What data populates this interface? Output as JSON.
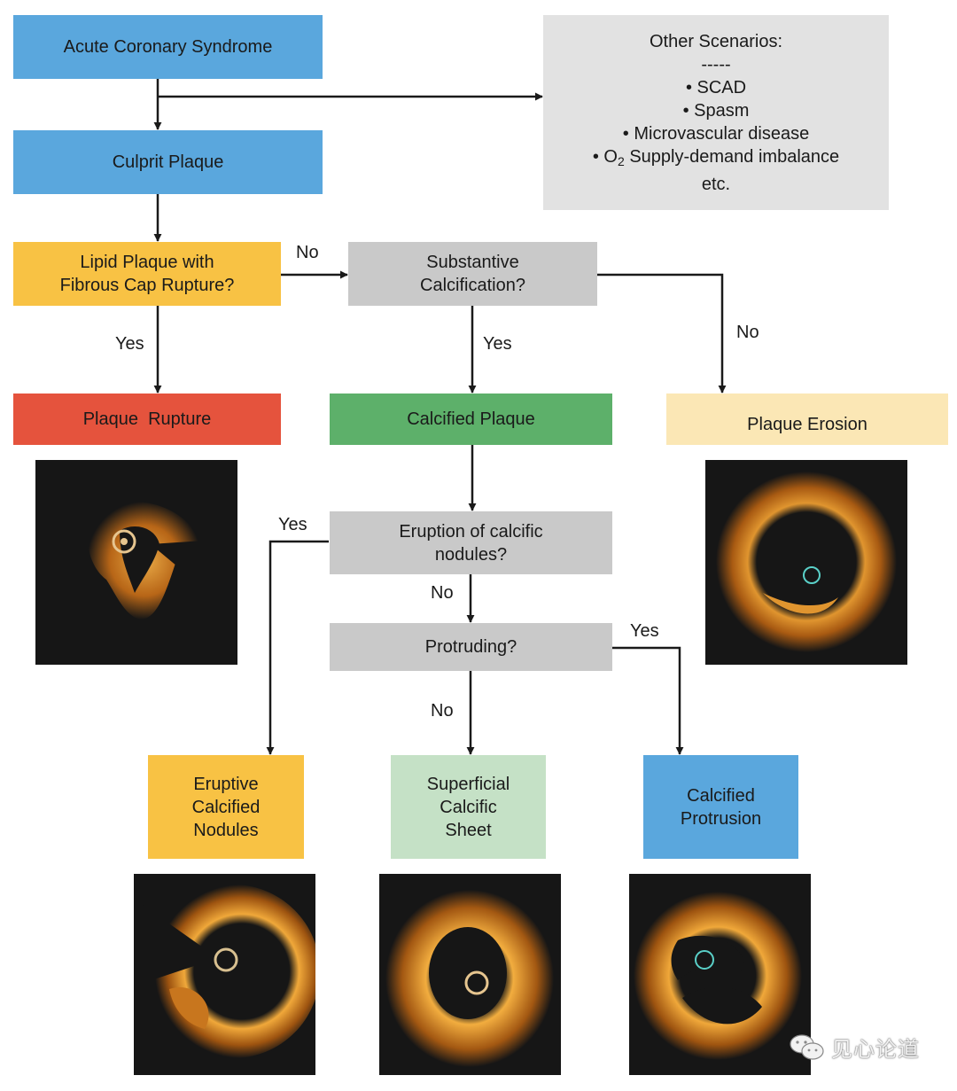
{
  "nodes": {
    "acs": "Acute Coronary Syndrome",
    "culprit": "Culprit Plaque",
    "lipid": [
      "Lipid Plaque with",
      "Fibrous Cap Rupture?"
    ],
    "substantive": [
      "Substantive",
      "Calcification?"
    ],
    "rupture": "Plaque  Rupture",
    "calcified": "Calcified Plaque",
    "erosion": "Plaque Erosion",
    "eruption": [
      "Eruption of calcific",
      "nodules?"
    ],
    "protruding": "Protruding?",
    "nodules": [
      "Eruptive",
      "Calcified",
      "Nodules"
    ],
    "sheet": [
      "Superficial",
      "Calcific",
      "Sheet"
    ],
    "protrusion": [
      "Calcified",
      "Protrusion"
    ]
  },
  "other": {
    "title": "Other Scenarios:",
    "divider": "-----",
    "items": [
      "• SCAD",
      "• Spasm",
      "• Microvascular disease"
    ],
    "o2_prefix": "• O",
    "o2_sub": "2",
    "o2_rest": " Supply-demand imbalance",
    "etc": "etc."
  },
  "labels": {
    "lipid_no": "No",
    "lipid_yes": "Yes",
    "subst_yes": "Yes",
    "subst_no": "No",
    "erupt_yes": "Yes",
    "erupt_no": "No",
    "prot_yes": "Yes",
    "prot_no": "No"
  },
  "watermark": "见心论道",
  "colors": {
    "blue": "#5aa7dd",
    "grey": "#c9c9c9",
    "orange": "#f8c244",
    "red": "#e5533d",
    "green": "#5db06a",
    "cream": "#fbe7b5",
    "mint": "#c5e1c6"
  }
}
